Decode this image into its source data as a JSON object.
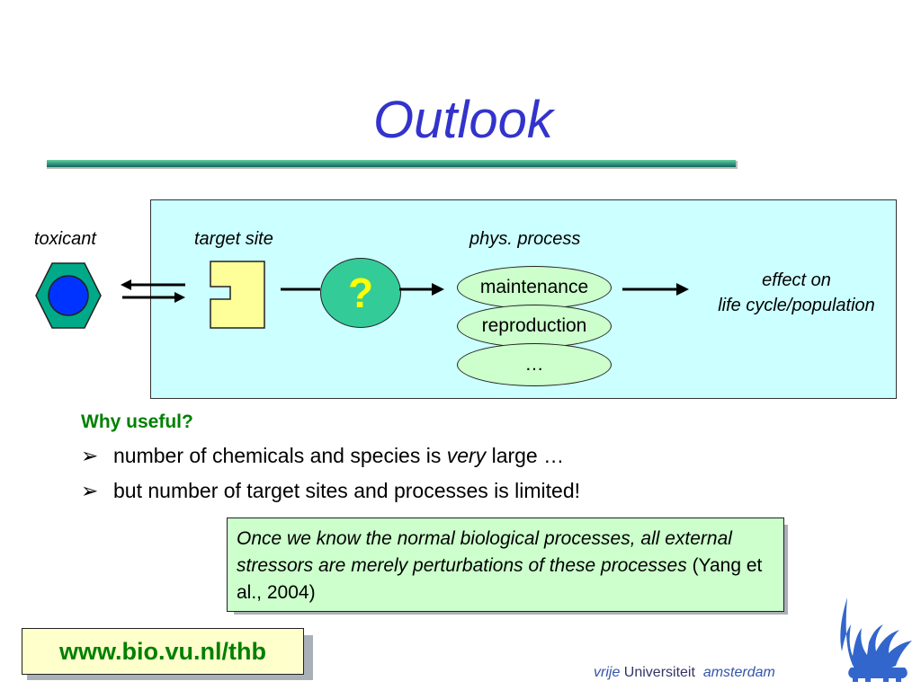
{
  "title": "Outlook",
  "diagram": {
    "labels": {
      "toxicant": "toxicant",
      "target_site": "target site",
      "phys_process": "phys. process"
    },
    "unknown_symbol": "?",
    "processes": [
      "maintenance",
      "reproduction",
      "…"
    ],
    "effect": {
      "line1": "effect on",
      "line2": "life cycle/population"
    },
    "colors": {
      "box_bg": "#ccffff",
      "oval_bg": "#ccffcc",
      "badge_bg": "#33cc99",
      "badge_text": "#ffff00",
      "hexagon": "#00aa88",
      "molecule_core": "#0033ff",
      "target_site": "#ffff99"
    }
  },
  "why": {
    "heading": "Why useful?",
    "bullet_marker": "➢",
    "bullets": [
      {
        "before": "number of chemicals and species is ",
        "emph": "very",
        "after": " large …"
      },
      {
        "text": "but number of target sites and processes is limited!"
      }
    ]
  },
  "quote": {
    "text": "Once we know the normal biological processes, all external stressors are merely perturbations of these processes",
    "citation": "(Yang et al., 2004)"
  },
  "url": "www.bio.vu.nl/thb",
  "logo": {
    "word1": "vrije",
    "word2": "Universiteit",
    "word3": "amsterdam"
  },
  "colors": {
    "title": "#3333cc",
    "accent_green": "#008000",
    "title_rule": "#339988"
  }
}
